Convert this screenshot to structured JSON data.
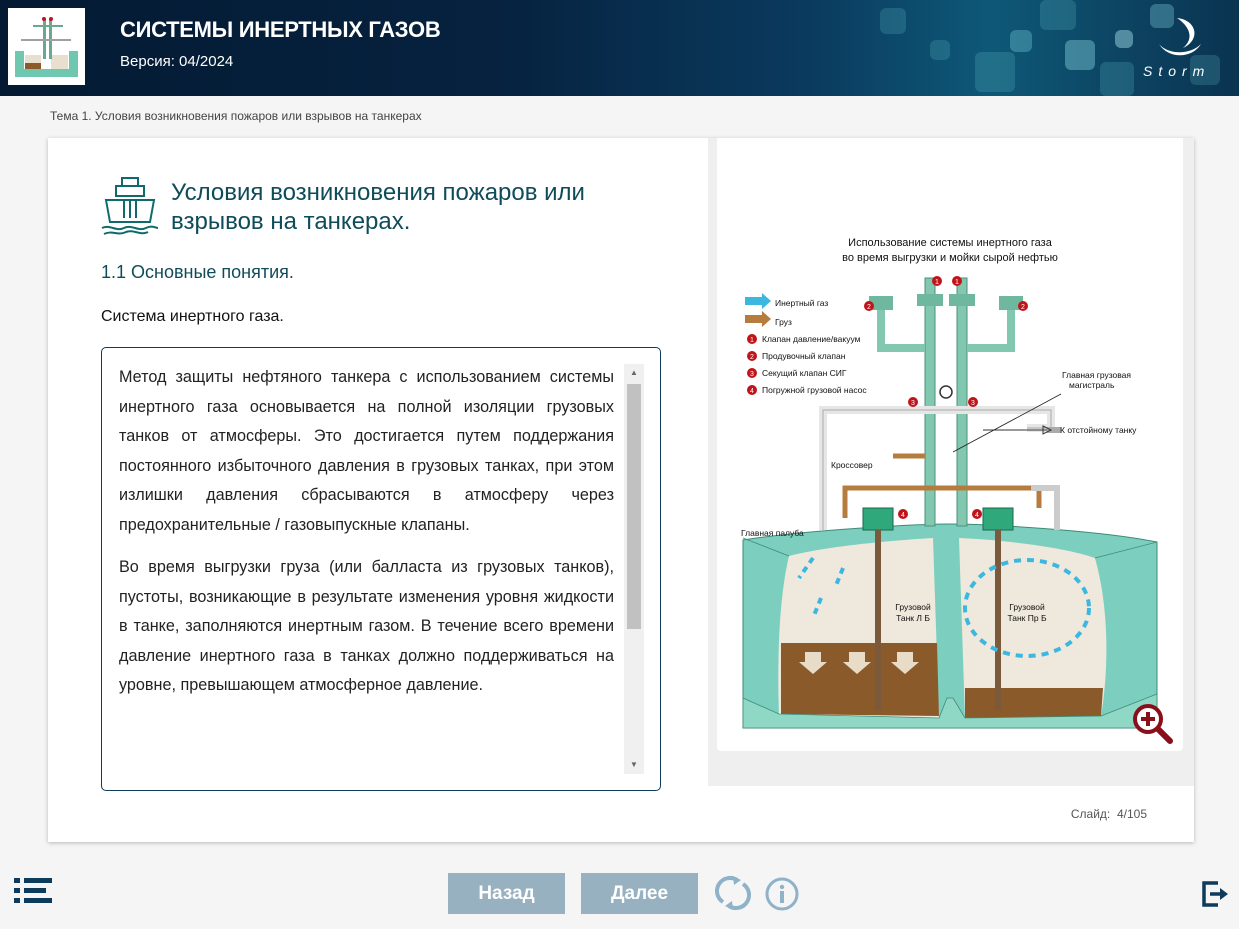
{
  "header": {
    "title": "СИСТЕМЫ ИНЕРТНЫХ ГАЗОВ",
    "version": "Версия: 04/2024",
    "brand": "Storm"
  },
  "breadcrumb": "Тема 1. Условия возникновения пожаров или взрывов на танкерах",
  "lesson": {
    "title": "Условия возникновения пожаров или взрывов на танкерах.",
    "subtitle": "1.1 Основные понятия.",
    "topic": "Система инертного газа.",
    "paragraphs": [
      "Метод защиты нефтяного танкера с использованием системы инертного газа основывается на полной изоляции грузовых танков от атмосферы. Это достигается путем поддержания постоянного избыточного давления в грузовых танках, при этом излишки давления сбрасываются в атмосферу через предохранительные / газовыпускные клапаны.",
      "Во время выгрузки груза (или балласта из грузовых танков), пустоты, возникающие в результате изменения уровня жидкости в танке, заполняются инертным газом. В течение всего времени давление инертного газа в танках должно поддерживаться на уровне, превышающем атмосферное давление."
    ]
  },
  "diagram": {
    "title_line1": "Использование системы инертного газа",
    "title_line2": "во время выгрузки и мойки сырой нефтью",
    "legend": [
      {
        "kind": "arrow",
        "color": "#3bb7e0",
        "label": "Инертный газ"
      },
      {
        "kind": "arrow",
        "color": "#b57c3e",
        "label": "Груз"
      },
      {
        "kind": "num",
        "num": "1",
        "label": "Клапан давление/вакуум"
      },
      {
        "kind": "num",
        "num": "2",
        "label": "Продувочный клапан"
      },
      {
        "kind": "num",
        "num": "3",
        "label": "Секущий клапан СИГ"
      },
      {
        "kind": "num",
        "num": "4",
        "label": "Погружной грузовой насос"
      }
    ],
    "labels": {
      "main_line_1": "Главная грузовая",
      "main_line_2": "магистраль",
      "slop": "К отстойному танку",
      "crossover": "Кроссовер",
      "main_deck": "Главная палуба",
      "tank_left_1": "Грузовой",
      "tank_left_2": "Танк Л Б",
      "tank_right_1": "Грузовой",
      "tank_right_2": "Танк Пр Б"
    },
    "colors": {
      "gas": "#3bb7e0",
      "cargo": "#b57c3e",
      "hull": "#7ccfbe",
      "valve": "#c0141b"
    }
  },
  "slide": {
    "label": "Слайд:",
    "current": "4",
    "separator": "/",
    "total": "105"
  },
  "nav": {
    "back": "Назад",
    "next": "Далее"
  }
}
